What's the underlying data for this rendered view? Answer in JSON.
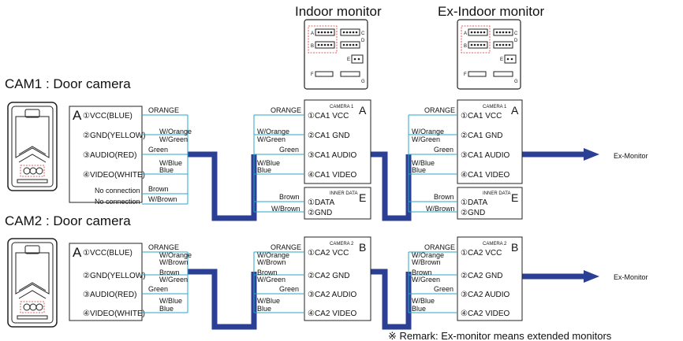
{
  "titles": {
    "indoor": "Indoor monitor",
    "ex_indoor": "Ex-Indoor monitor",
    "cam1": "CAM1 : Door camera",
    "cam2": "CAM2 : Door camera"
  },
  "panel_letters": {
    "a": "A",
    "b": "B",
    "c": "C",
    "d": "D",
    "e": "E",
    "f": "F",
    "g": "G"
  },
  "cam_box_letter": "A",
  "cam1_pins": [
    "①VCC(BLUE)",
    "②GND(YELLOW)",
    "③AUDIO(RED)",
    "④VIDEO(WHITE)"
  ],
  "cam2_pins": [
    "①VCC(BLUE)",
    "②GND(YELLOW)",
    "③AUDIO(RED)",
    "④VIDEO(WHITE)"
  ],
  "cam1_wires": {
    "orange": "ORANGE",
    "worange": "W/Orange",
    "wgreen": "W/Green",
    "green": "Green",
    "wblue": "W/Blue",
    "blue": "Blue",
    "brown": "Brown",
    "wbrown": "W/Brown",
    "noconn": "No connection"
  },
  "cam2_wires": {
    "orange": "ORANGE",
    "worange": "W/Orange",
    "wbrown": "W/Brown",
    "brown": "Brown",
    "wgreen": "W/Green",
    "green": "Green",
    "wblue": "W/Blue",
    "blue": "Blue"
  },
  "mon_wires1": {
    "orange": "ORANGE",
    "worange": "W/Orange",
    "wgreen": "W/Green",
    "green": "Green",
    "wblue": "W/Blue",
    "blue": "Blue"
  },
  "mon_wires_data": {
    "brown": "Brown",
    "wbrown": "W/Brown"
  },
  "mon_wires2": {
    "orange": "ORANGE",
    "worange": "W/Orange",
    "wbrown": "W/Brown",
    "brown": "Brown",
    "wgreen": "W/Green",
    "green": "Green",
    "wblue": "W/Blue",
    "blue": "Blue"
  },
  "block_cam1": {
    "header": "CAMERA 1",
    "letter": "A",
    "pins": [
      "①CA1 VCC",
      "②CA1 GND",
      "③CA1 AUDIO",
      "④CA1 VIDEO"
    ]
  },
  "block_data": {
    "header": "INNER DATA",
    "letter": "E",
    "pins": [
      "①DATA",
      "②GND"
    ]
  },
  "block_cam2": {
    "header": "CAMERA 2",
    "letter": "B",
    "pins": [
      "①CA2 VCC",
      "②CA2 GND",
      "③CA2 AUDIO",
      "④CA2 VIDEO"
    ]
  },
  "ex_monitor": "Ex-Monitor",
  "remark": "※ Remark: Ex-monitor means extended monitors"
}
